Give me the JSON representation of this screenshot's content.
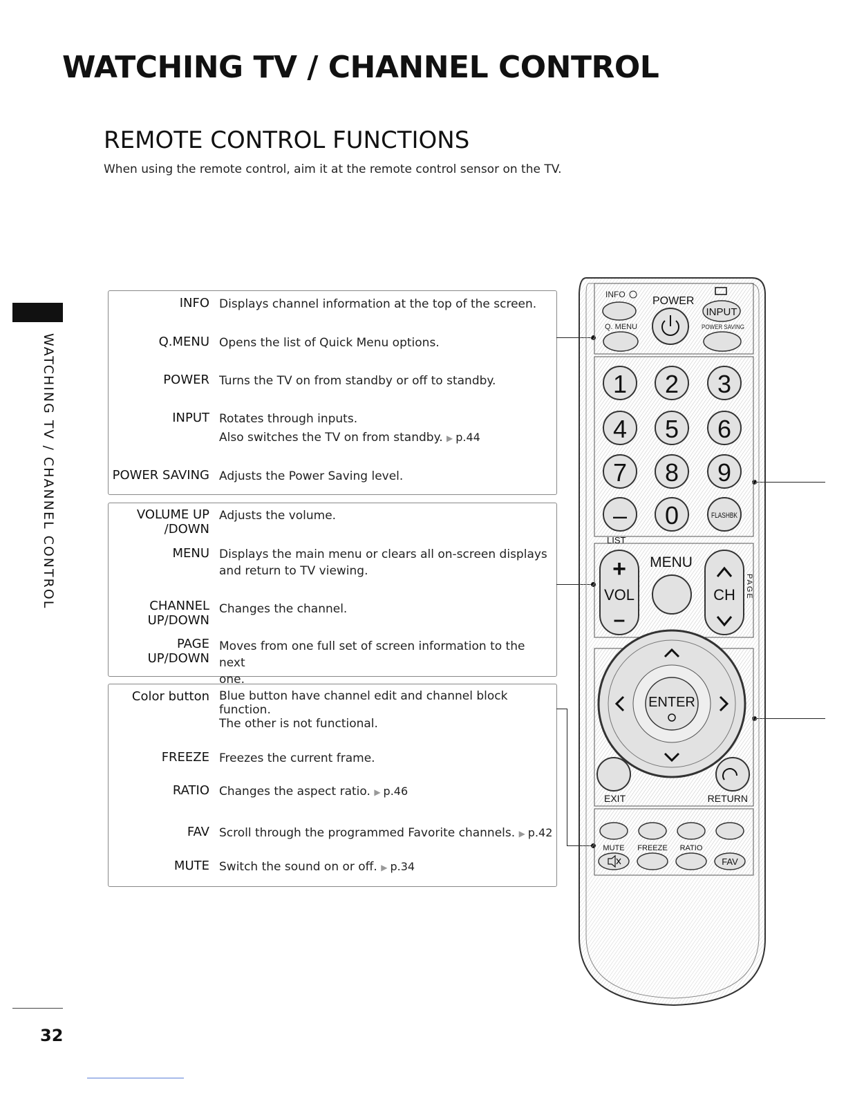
{
  "header": {
    "main_title": "WATCHING TV / CHANNEL CONTROL",
    "section_title": "REMOTE CONTROL FUNCTIONS",
    "intro": "When using the remote control, aim it at the remote control sensor on the TV."
  },
  "side_tab": "WATCHING TV / CHANNEL CONTROL",
  "page_number": "32",
  "groups": [
    {
      "items": [
        {
          "term": "INFO",
          "desc": "Displays channel information at the top of the screen."
        },
        {
          "term": "Q.MENU",
          "desc": "Opens the list of Quick Menu options."
        },
        {
          "term": "POWER",
          "desc": "Turns the TV on from standby or off to standby."
        },
        {
          "term": "INPUT",
          "desc": "Rotates through inputs.",
          "desc2": "Also switches the TV on from standby.",
          "ref": "p.44"
        },
        {
          "term": "POWER SAVING",
          "desc": "Adjusts the Power Saving level."
        }
      ]
    },
    {
      "items": [
        {
          "term": "VOLUME UP",
          "term2": "/DOWN",
          "desc": "Adjusts the volume."
        },
        {
          "term": "MENU",
          "desc": "Displays the main menu or clears all on-screen displays",
          "desc2": "and return to TV viewing."
        },
        {
          "term": "CHANNEL",
          "term2": "UP/DOWN",
          "desc": "Changes the channel."
        },
        {
          "term": "PAGE",
          "term2": "UP/DOWN",
          "desc": "Moves from one full set of screen information to the next",
          "desc2": "one."
        }
      ]
    },
    {
      "items": [
        {
          "term": "Color button",
          "desc": "Blue button have channel edit and channel block function.",
          "desc2": "The other is not functional."
        },
        {
          "term": "FREEZE",
          "desc": "Freezes the current frame."
        },
        {
          "term": "RATIO",
          "desc": "Changes the aspect ratio.",
          "ref": "p.46"
        },
        {
          "term": "FAV",
          "desc": "Scroll through the programmed Favorite channels.",
          "ref": "p.42"
        },
        {
          "term": "MUTE",
          "desc": "Switch the sound on or off.",
          "ref": "p.34"
        }
      ]
    }
  ],
  "remote": {
    "info": "INFO",
    "power": "POWER",
    "input": "INPUT",
    "qmenu": "Q. MENU",
    "power_saving": "POWER SAVING",
    "numbers": [
      "1",
      "2",
      "3",
      "4",
      "5",
      "6",
      "7",
      "8",
      "9"
    ],
    "dash": "–",
    "zero": "0",
    "flashbk": "FLASHBK",
    "list": "LIST",
    "menu": "MENU",
    "vol": "VOL",
    "ch": "CH",
    "page": "PAGE",
    "plus": "+",
    "minus": "–",
    "enter": "ENTER",
    "exit": "EXIT",
    "return": "RETURN",
    "mute": "MUTE",
    "freeze": "FREEZE",
    "ratio": "RATIO",
    "fav": "FAV"
  }
}
